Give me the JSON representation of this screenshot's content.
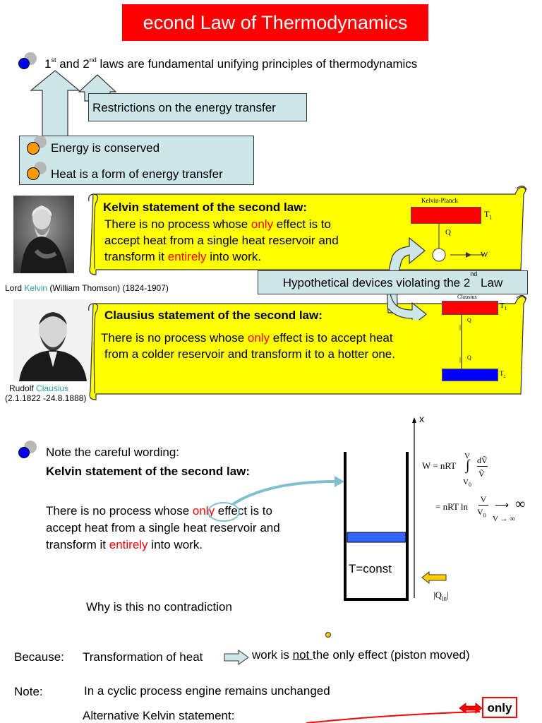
{
  "title": "econd Law of Thermodynamics",
  "top_bullet": {
    "a": "1",
    "a_sup": "st",
    "b": " and 2",
    "b_sup": "nd",
    "rest": " laws are fundamental unifying principles of thermodynamics"
  },
  "restrictions": "Restrictions on the energy transfer",
  "first_law_box": {
    "item1": "Energy is conserved",
    "item2": "Heat is a form of energy transfer"
  },
  "kelvin": {
    "portrait_caption": {
      "lord": "Lord ",
      "name": "Kelvin",
      "rest": " (William Thomson)  (1824-1907)"
    },
    "heading": "Kelvin statement of the second law:",
    "line1_a": "There is no process whose ",
    "line1_only": "only",
    "line1_b": " effect is to",
    "line2": "accept heat from a single heat reservoir and",
    "line3_a": "transform it ",
    "line3_entirely": "entirely",
    "line3_b": " into work."
  },
  "kelvin_diagram": {
    "title": "Kelvin-Planck",
    "t1": "T",
    "t1_sub": "1",
    "q": "Q",
    "w": "W"
  },
  "hypothetical": {
    "text": "Hypothetical devices violating the 2",
    "sup": "nd",
    "rest": " Law"
  },
  "clausius": {
    "portrait_caption_a": "Rudolf ",
    "portrait_caption_name": "Clausius",
    "portrait_dates": "(2.1.1822 -24.8.1888)",
    "heading": "Clausius statement of the second law:",
    "line1_a": "There is no process whose ",
    "line1_only": "only",
    "line1_b": " effect is  to accept heat",
    "line2": "from a colder reservoir and transform it to a hotter one."
  },
  "clausius_diagram": {
    "title": "Clausius",
    "t1": "T",
    "t1_sub": "1",
    "t2": "T",
    "t2_sub": "2",
    "q": "Q"
  },
  "note": {
    "line1": "Note the careful wording:",
    "heading": "Kelvin statement of the second law:",
    "p1_a": "There is no process whose ",
    "p1_only": "only",
    "p1_b": " effect is to",
    "p2": "accept heat from a single heat reservoir and",
    "p3_a": "transform it ",
    "p3_entirely": "entirely",
    "p3_b": " into work.",
    "why": "Why is this no contradiction"
  },
  "piston": {
    "label": "T=const",
    "x_axis": "x",
    "qin": "|Q",
    "qin_sub": "in",
    "qin_end": "|"
  },
  "formula": {
    "w_eq": "W = nRT",
    "upper": "V",
    "lower": "V",
    "lower_sub": "0",
    "num": "dṼ",
    "den": "Ṽ",
    "eq2": "= nRT ln",
    "frac_num": "V",
    "frac_den": "V",
    "frac_den_sub": "0",
    "arrow": "⟶",
    "inf": "∞",
    "limit": "V → ∞"
  },
  "because": {
    "label": "Because:",
    "a": "Transformation of heat",
    "b": "work is ",
    "not": "not ",
    "c": "the only effect (piston moved)"
  },
  "note2": {
    "label": "Note:",
    "text": "In a cyclic process engine remains unchanged",
    "alt": "Alternative Kelvin statement:",
    "only": "only"
  },
  "colors": {
    "title_bg": "#ff0000",
    "scroll": "#ffff00",
    "lightbox": "#cde6ea",
    "hot": "#ff0000",
    "cold": "#0000ff",
    "highlight": "#ff0000"
  }
}
